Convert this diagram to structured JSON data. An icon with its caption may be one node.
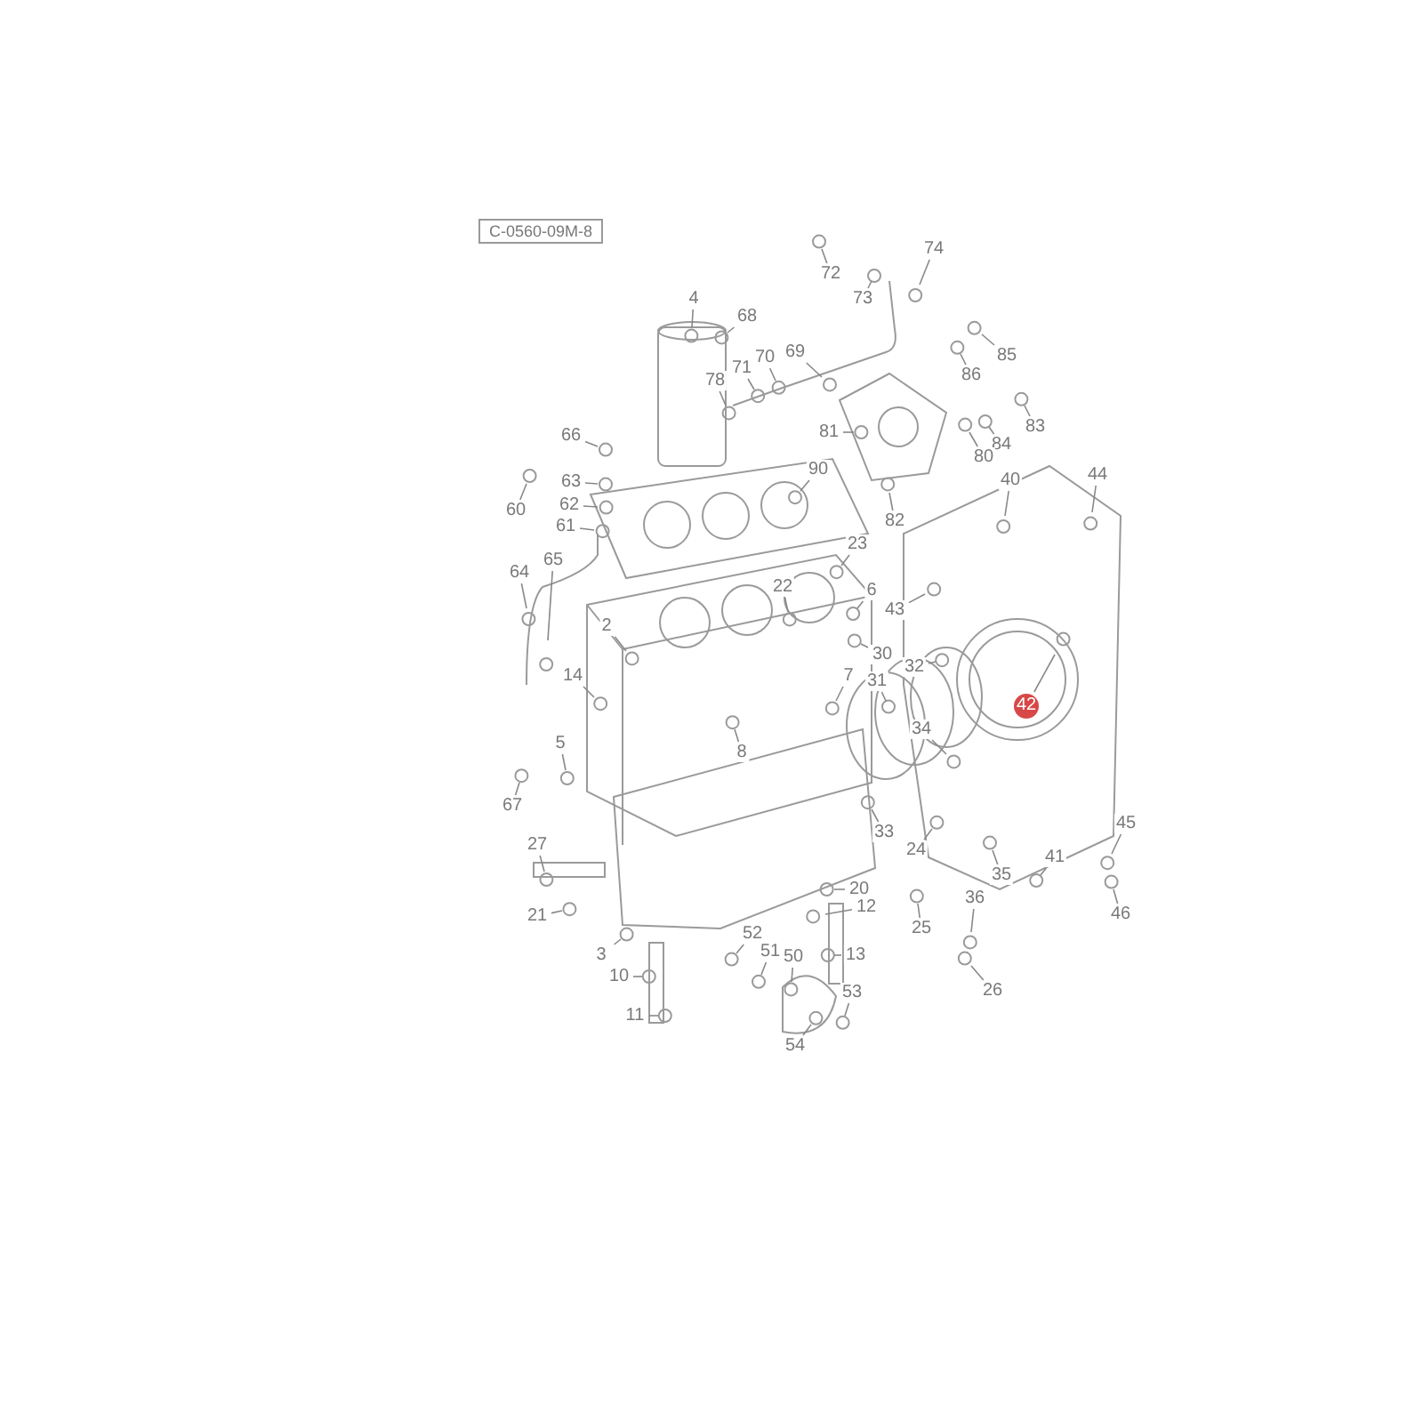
{
  "diagram": {
    "nodes": [
      {
        "text": [
          "C-0560-09M-8"
        ]
      },
      {
        "text": [
          "74"
        ]
      },
      {
        "text": [
          "72"
        ]
      },
      {
        "text": [
          "73"
        ]
      },
      {
        "text": [
          "4"
        ]
      },
      {
        "text": [
          "68"
        ]
      },
      {
        "text": [
          "69"
        ]
      },
      {
        "text": [
          "70"
        ]
      },
      {
        "text": [
          "71"
        ]
      },
      {
        "text": [
          "78"
        ]
      },
      {
        "text": [
          "85"
        ]
      },
      {
        "text": [
          "86"
        ]
      },
      {
        "text": [
          "81"
        ]
      },
      {
        "text": [
          "83"
        ]
      },
      {
        "text": [
          "84"
        ]
      },
      {
        "text": [
          "66"
        ]
      },
      {
        "text": [
          "80"
        ]
      },
      {
        "text": [
          "90"
        ]
      },
      {
        "text": [
          "40"
        ]
      },
      {
        "text": [
          "44"
        ]
      },
      {
        "text": [
          "63"
        ]
      },
      {
        "text": [
          "60"
        ]
      },
      {
        "text": [
          "62"
        ]
      },
      {
        "text": [
          "82"
        ]
      },
      {
        "text": [
          "61"
        ]
      },
      {
        "text": [
          "23"
        ]
      },
      {
        "text": [
          "65"
        ]
      },
      {
        "text": [
          "64"
        ]
      },
      {
        "text": [
          "22"
        ]
      },
      {
        "text": [
          "6"
        ]
      },
      {
        "text": [
          "43"
        ]
      },
      {
        "text": [
          "2"
        ]
      },
      {
        "text": [
          "30"
        ]
      },
      {
        "text": [
          "32"
        ]
      },
      {
        "text": [
          "7"
        ]
      },
      {
        "text": [
          "31"
        ]
      },
      {
        "text": [
          "14"
        ]
      },
      {
        "text": [
          "42"
        ]
      },
      {
        "text": [
          "34"
        ]
      },
      {
        "text": [
          "5"
        ]
      },
      {
        "text": [
          "8"
        ]
      },
      {
        "text": [
          "67"
        ]
      },
      {
        "text": [
          "45"
        ]
      },
      {
        "text": [
          "33"
        ]
      },
      {
        "text": [
          "27"
        ]
      },
      {
        "text": [
          "24"
        ]
      },
      {
        "text": [
          "41"
        ]
      },
      {
        "text": [
          "35"
        ]
      },
      {
        "text": [
          "20"
        ]
      },
      {
        "text": [
          "36"
        ]
      },
      {
        "text": [
          "12"
        ]
      },
      {
        "text": [
          "46"
        ]
      },
      {
        "text": [
          "21"
        ]
      },
      {
        "text": [
          "25"
        ]
      },
      {
        "text": [
          "52"
        ]
      },
      {
        "text": [
          "51"
        ]
      },
      {
        "text": [
          "3"
        ]
      },
      {
        "text": [
          "13"
        ]
      },
      {
        "text": [
          "50"
        ]
      },
      {
        "text": [
          "10"
        ]
      },
      {
        "text": [
          "26"
        ]
      },
      {
        "text": [
          "53"
        ]
      },
      {
        "text": [
          "11"
        ]
      },
      {
        "text": [
          "54"
        ]
      }
    ],
    "edges": [
      {
        "from": 1,
        "to": null,
        "arrow": "none"
      },
      {
        "from": 2,
        "to": null,
        "arrow": "none"
      },
      {
        "from": 3,
        "to": null,
        "arrow": "none"
      },
      {
        "from": 4,
        "to": null,
        "arrow": "none"
      },
      {
        "from": 5,
        "to": null,
        "arrow": "none"
      },
      {
        "from": 6,
        "to": null,
        "arrow": "none"
      },
      {
        "from": 7,
        "to": null,
        "arrow": "none"
      },
      {
        "from": 8,
        "to": null,
        "arrow": "none"
      },
      {
        "from": 9,
        "to": null,
        "arrow": "none"
      },
      {
        "from": 10,
        "to": null,
        "arrow": "none"
      },
      {
        "from": 11,
        "to": null,
        "arrow": "none"
      },
      {
        "from": 12,
        "to": null,
        "arrow": "none"
      },
      {
        "from": 13,
        "to": null,
        "arrow": "none"
      },
      {
        "from": 14,
        "to": null,
        "arrow": "none"
      },
      {
        "from": 15,
        "to": null,
        "arrow": "none"
      },
      {
        "from": 16,
        "to": null,
        "arrow": "none"
      },
      {
        "from": 17,
        "to": null,
        "arrow": "none"
      },
      {
        "from": 18,
        "to": null,
        "arrow": "none"
      },
      {
        "from": 19,
        "to": null,
        "arrow": "none"
      },
      {
        "from": 20,
        "to": null,
        "arrow": "none"
      },
      {
        "from": 21,
        "to": null,
        "arrow": "none"
      },
      {
        "from": 22,
        "to": null,
        "arrow": "none"
      },
      {
        "from": 23,
        "to": null,
        "arrow": "none"
      },
      {
        "from": 24,
        "to": null,
        "arrow": "none"
      },
      {
        "from": 25,
        "to": null,
        "arrow": "none"
      },
      {
        "from": 26,
        "to": null,
        "arrow": "none"
      },
      {
        "from": 27,
        "to": null,
        "arrow": "none"
      },
      {
        "from": 28,
        "to": null,
        "arrow": "none"
      },
      {
        "from": 29,
        "to": null,
        "arrow": "none"
      },
      {
        "from": 30,
        "to": null,
        "arrow": "none"
      },
      {
        "from": 31,
        "to": null,
        "arrow": "none"
      },
      {
        "from": 32,
        "to": null,
        "arrow": "none"
      },
      {
        "from": 33,
        "to": null,
        "arrow": "none"
      },
      {
        "from": 34,
        "to": null,
        "arrow": "none"
      },
      {
        "from": 35,
        "to": null,
        "arrow": "none"
      },
      {
        "from": 36,
        "to": null,
        "arrow": "none"
      },
      {
        "from": 37,
        "to": null,
        "arrow": "none"
      },
      {
        "from": 38,
        "to": null,
        "arrow": "none"
      },
      {
        "from": 39,
        "to": null,
        "arrow": "none"
      },
      {
        "from": 40,
        "to": null,
        "arrow": "none"
      },
      {
        "from": 41,
        "to": null,
        "arrow": "none"
      },
      {
        "from": 42,
        "to": null,
        "arrow": "none"
      },
      {
        "from": 43,
        "to": null,
        "arrow": "none"
      },
      {
        "from": 44,
        "to": null,
        "arrow": "none"
      },
      {
        "from": 45,
        "to": null,
        "arrow": "none"
      },
      {
        "from": 46,
        "to": null,
        "arrow": "none"
      },
      {
        "from": 47,
        "to": null,
        "arrow": "none"
      },
      {
        "from": 48,
        "to": null,
        "arrow": "none"
      },
      {
        "from": 49,
        "to": null,
        "arrow": "none"
      },
      {
        "from": 50,
        "to": null,
        "arrow": "none"
      },
      {
        "from": 51,
        "to": null,
        "arrow": "none"
      },
      {
        "from": 52,
        "to": null,
        "arrow": "none"
      },
      {
        "from": 53,
        "to": null,
        "arrow": "none"
      },
      {
        "from": 54,
        "to": null,
        "arrow": "none"
      },
      {
        "from": 55,
        "to": null,
        "arrow": "none"
      },
      {
        "from": 56,
        "to": null,
        "arrow": "none"
      },
      {
        "from": 57,
        "to": null,
        "arrow": "none"
      },
      {
        "from": 58,
        "to": null,
        "arrow": "none"
      },
      {
        "from": 59,
        "to": null,
        "arrow": "none"
      },
      {
        "from": 60,
        "to": null,
        "arrow": "none"
      },
      {
        "from": 61,
        "to": null,
        "arrow": "none"
      },
      {
        "from": 62,
        "to": null,
        "arrow": "none"
      },
      {
        "from": 63,
        "to": null,
        "arrow": "none"
      }
    ]
  }
}
